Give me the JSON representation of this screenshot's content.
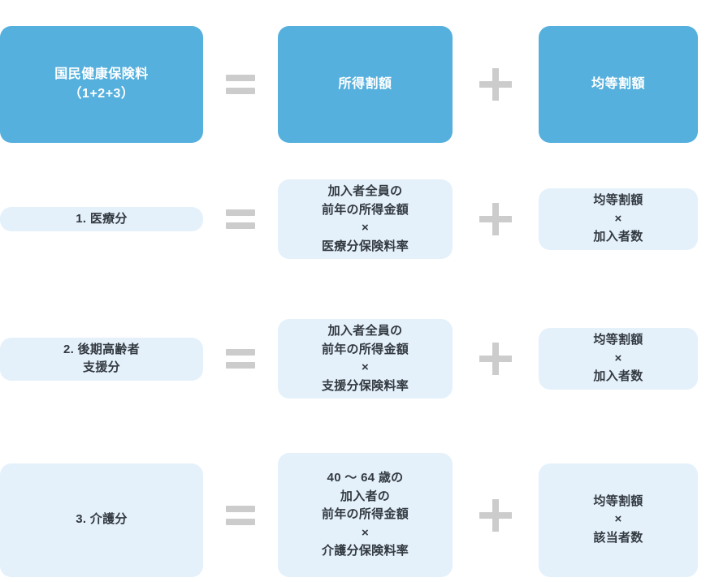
{
  "diagram": {
    "clipped_header_text": "",
    "colors": {
      "primary_blue": "#55b0dd",
      "light_blue": "#e4f1fb",
      "operator_gray": "#cccccc",
      "dark_text": "#333940",
      "white_text": "#ffffff",
      "background": "#ffffff"
    },
    "operators": {
      "equals": "=",
      "plus": "+",
      "times": "×"
    },
    "rows": [
      {
        "id": "total",
        "style": "primary",
        "subject": "国民健康保険料\n（1+2+3）",
        "operator_1": "=",
        "term_1": "所得割額",
        "operator_2": "+",
        "term_2": "均等割額"
      },
      {
        "id": "medical",
        "style": "light",
        "subject": "1. 医療分",
        "operator_1": "=",
        "term_1": "加入者全員の\n前年の所得金額\n×\n医療分保険料率",
        "operator_2": "+",
        "term_2": "均等割額\n×\n加入者数"
      },
      {
        "id": "elderly",
        "style": "light",
        "subject": "2. 後期高齢者\n支援分",
        "operator_1": "=",
        "term_1": "加入者全員の\n前年の所得金額\n×\n支援分保険料率",
        "operator_2": "+",
        "term_2": "均等割額\n×\n加入者数"
      },
      {
        "id": "care",
        "style": "light",
        "subject": "3. 介護分",
        "operator_1": "=",
        "term_1": "40 ～ 64 歳の\n加入者の\n前年の所得金額\n×\n介護分保険料率",
        "operator_2": "+",
        "term_2": "均等割額\n×\n該当者数"
      }
    ]
  }
}
